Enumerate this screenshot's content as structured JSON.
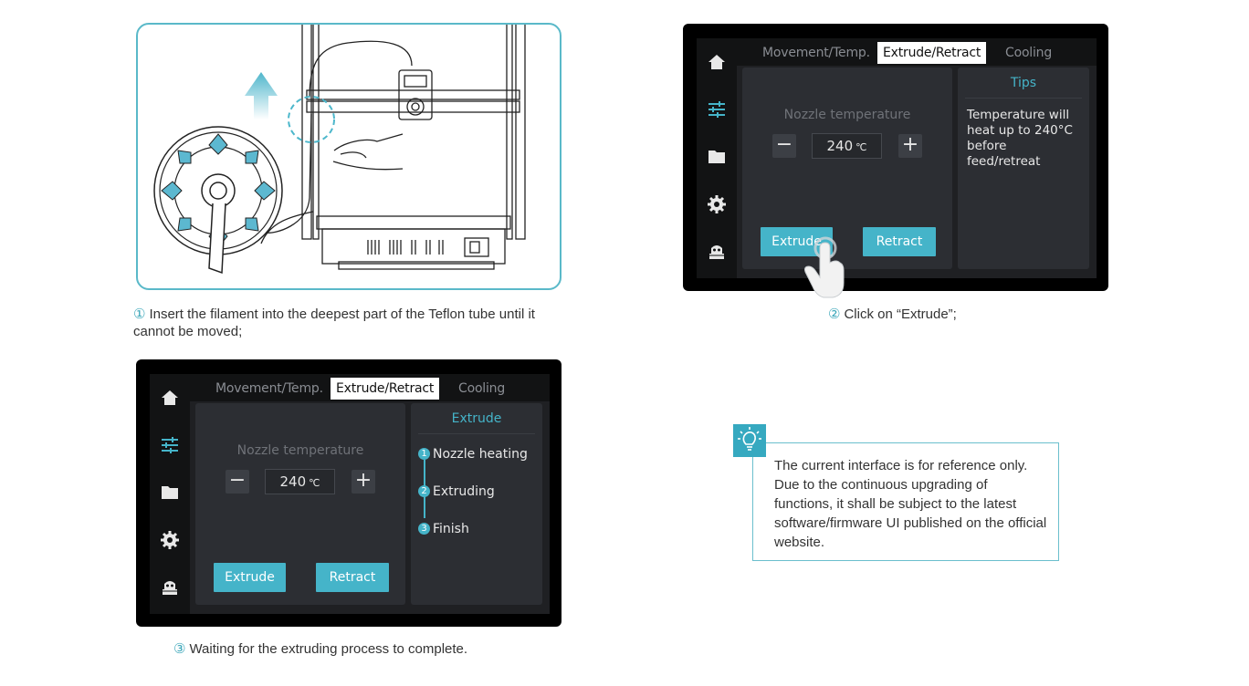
{
  "step1": {
    "num": "①",
    "text": "Insert the filament into the deepest part of the Teflon tube until it cannot be moved;"
  },
  "step2": {
    "num": "②",
    "text": "Click on “Extrude”;"
  },
  "step3": {
    "num": "③",
    "text": "Waiting for the extruding process to complete."
  },
  "screen_a": {
    "tabs": [
      "Movement/Temp.",
      "Extrude/Retract",
      "Cooling"
    ],
    "active_tab": "Extrude/Retract",
    "temp_label": "Nozzle temperature",
    "temp_value": "240",
    "temp_unit": "℃",
    "minus": "−",
    "plus": "+",
    "extrude_label": "Extrude",
    "retract_label": "Retract",
    "tips_title": "Tips",
    "tips_body": "Temperature will heat up to 240°C before feed/retreat"
  },
  "screen_b": {
    "tabs": [
      "Movement/Temp.",
      "Extrude/Retract",
      "Cooling"
    ],
    "active_tab": "Extrude/Retract",
    "temp_label": "Nozzle temperature",
    "temp_value": "240",
    "temp_unit": "℃",
    "minus": "−",
    "plus": "+",
    "extrude_label": "Extrude",
    "retract_label": "Retract",
    "progress_title": "Extrude",
    "progress_steps": [
      {
        "num": "1",
        "label": "Nozzle heating"
      },
      {
        "num": "2",
        "label": "Extruding"
      },
      {
        "num": "3",
        "label": "Finish"
      }
    ]
  },
  "sidebar_icons": [
    "home-icon",
    "sliders-icon",
    "folder-icon",
    "gear-icon",
    "robot-icon"
  ],
  "note": {
    "icon": "lightbulb-icon",
    "text": "The current interface is for reference only. Due to the continuous upgrading of functions, it shall be subject to the latest software/firmware UI published on the official website."
  },
  "colors": {
    "accent": "#45b4c9",
    "frame": "#5ab9c9",
    "screen_bg": "#1f2023"
  }
}
